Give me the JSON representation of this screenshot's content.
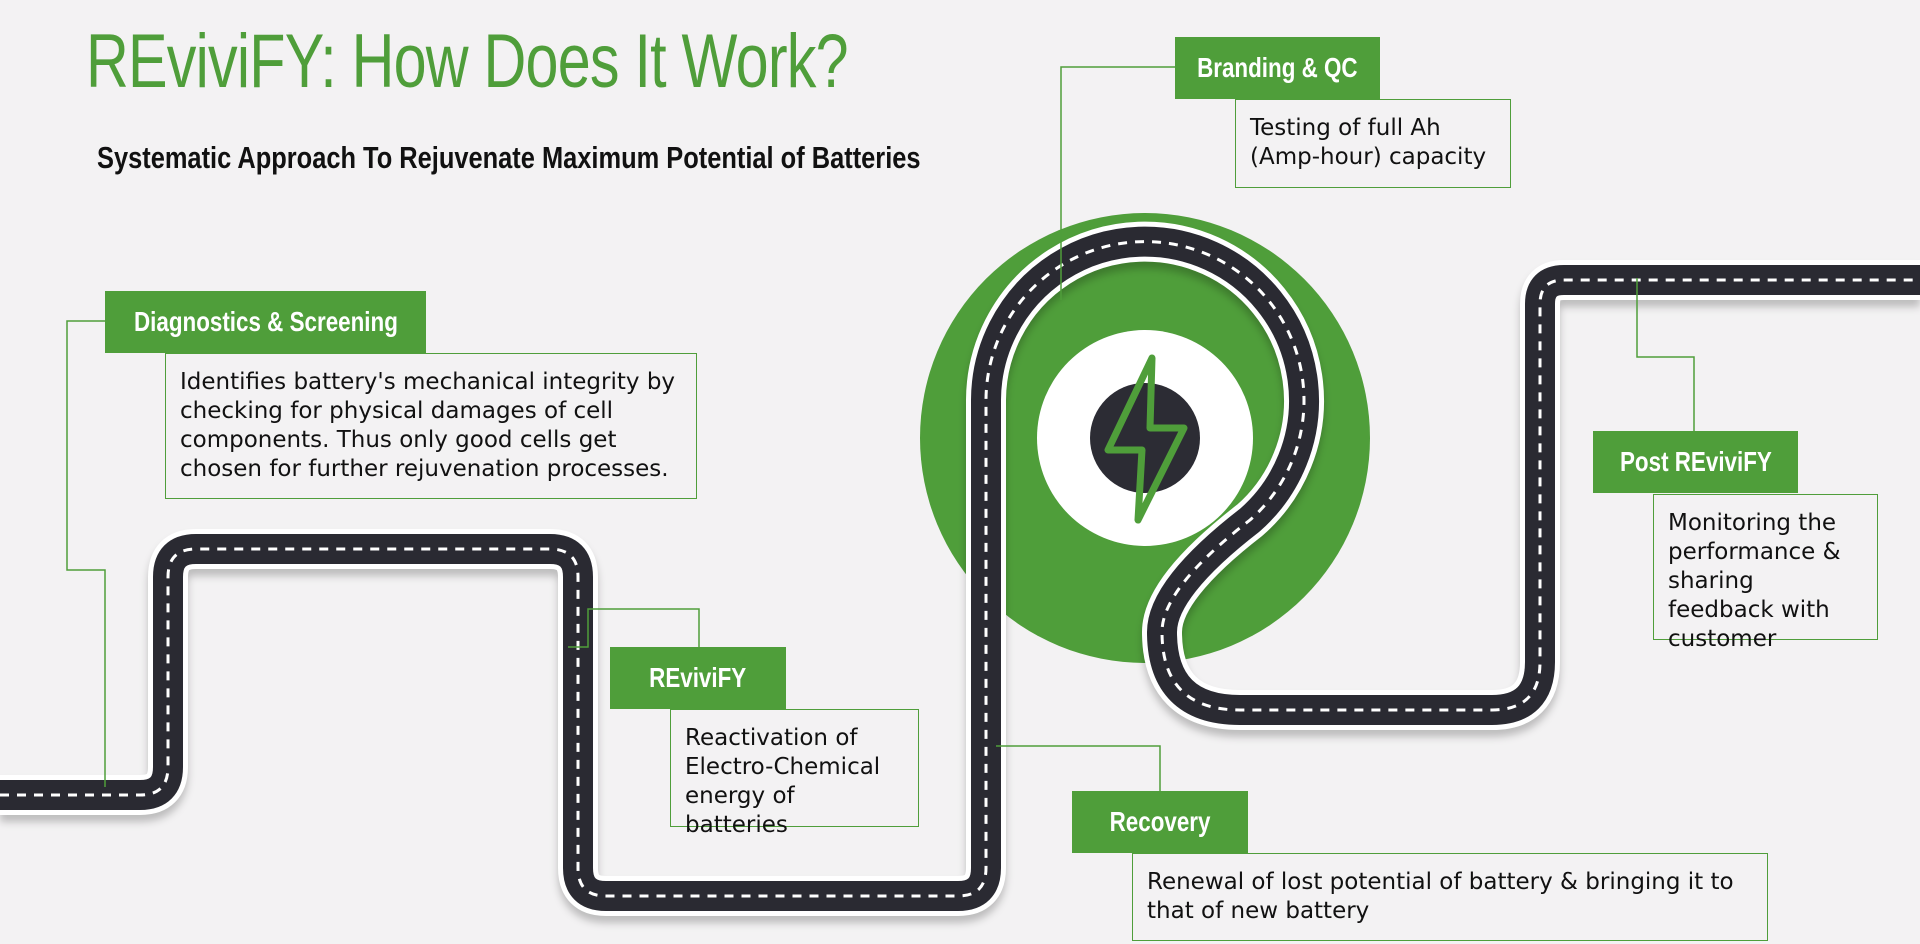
{
  "title": "REviviFY: How Does It Work?",
  "subtitle": "Systematic Approach To Rejuvenate Maximum Potential of Batteries",
  "colors": {
    "accent": "#4f9e3a",
    "road": "#2a2a32",
    "background": "#f3f2f3"
  },
  "center_icon": "lightning-bolt-icon",
  "steps": [
    {
      "label": "Diagnostics & Screening",
      "text": "Identifies battery's mechanical integrity by checking for physical damages of cell components. Thus only good cells get chosen for further rejuvenation processes."
    },
    {
      "label": "REviviFY",
      "text": "Reactivation of Electro-Chemical energy of batteries"
    },
    {
      "label": "Recovery",
      "text": "Renewal of lost potential of battery & bringing it to that of new battery"
    },
    {
      "label": "Branding & QC",
      "text": "Testing of full Ah (Amp-hour) capacity"
    },
    {
      "label": "Post REviviFY",
      "text": "Monitoring the performance & sharing feedback with customer"
    }
  ]
}
